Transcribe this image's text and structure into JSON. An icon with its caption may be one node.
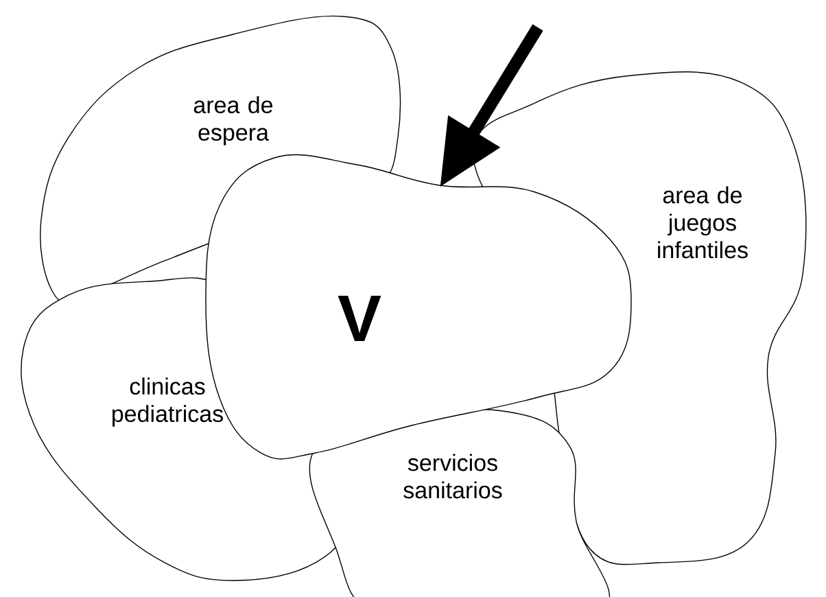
{
  "diagram": {
    "nodes": [
      {
        "text": [
          "area de espera"
        ]
      },
      {
        "text": [
          "area de juegos infantiles"
        ]
      },
      {
        "text": [
          "clinicas pediatricas"
        ]
      },
      {
        "text": [
          "servicios sanitarios"
        ]
      },
      {
        "text": [
          "V"
        ]
      }
    ],
    "edges": [
      {
        "from": null,
        "to": 4,
        "arrow": "to"
      }
    ]
  }
}
